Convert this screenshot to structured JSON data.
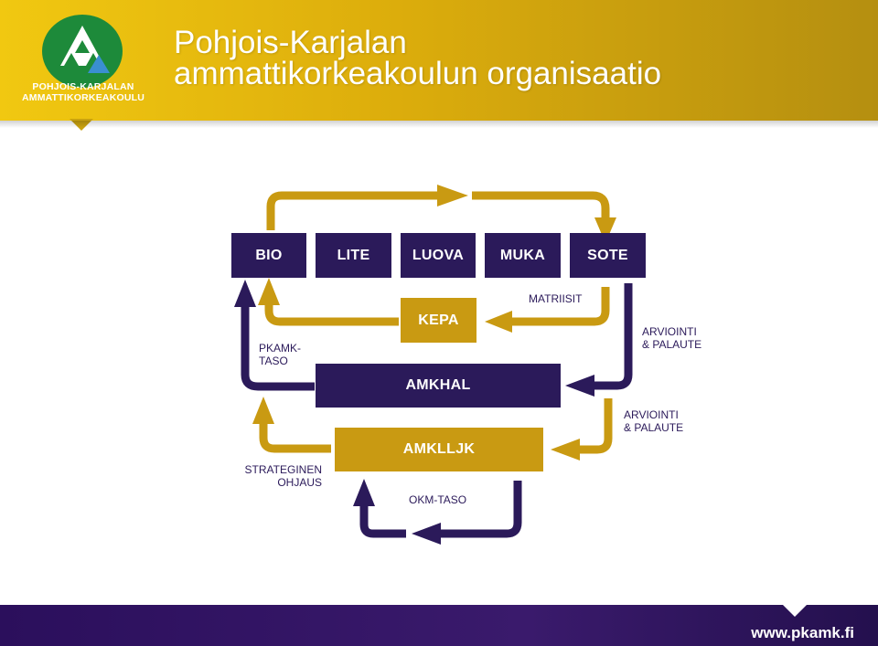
{
  "header": {
    "logo_line1": "POHJOIS-KARJALAN",
    "logo_line2": "AMMATTIKORKEAKOULU",
    "title_line1": "Pohjois-Karjalan",
    "title_line2": "ammattikorkeakoulun organisaatio"
  },
  "diagram": {
    "units": [
      "BIO",
      "LITE",
      "LUOVA",
      "MUKA",
      "SOTE"
    ],
    "kepa": "KEPA",
    "amkhal": "AMKHAL",
    "amklljk": "AMKLLJK",
    "labels": {
      "matriisit": "MATRIISIT",
      "pkamk_taso_1": "PKAMK-",
      "pkamk_taso_2": "TASO",
      "arviointi1_1": "ARVIOINTI",
      "arviointi1_2": "& PALAUTE",
      "arviointi2_1": "ARVIOINTI",
      "arviointi2_2": "& PALAUTE",
      "strateginen_1": "STRATEGINEN",
      "strateginen_2": "OHJAUS",
      "okm_taso": "OKM-TASO"
    }
  },
  "colors": {
    "purple": "#2b1a5a",
    "gold": "#c99a12",
    "header_yellow": "#f1c811"
  },
  "footer": {
    "url": "www.pkamk.fi"
  }
}
